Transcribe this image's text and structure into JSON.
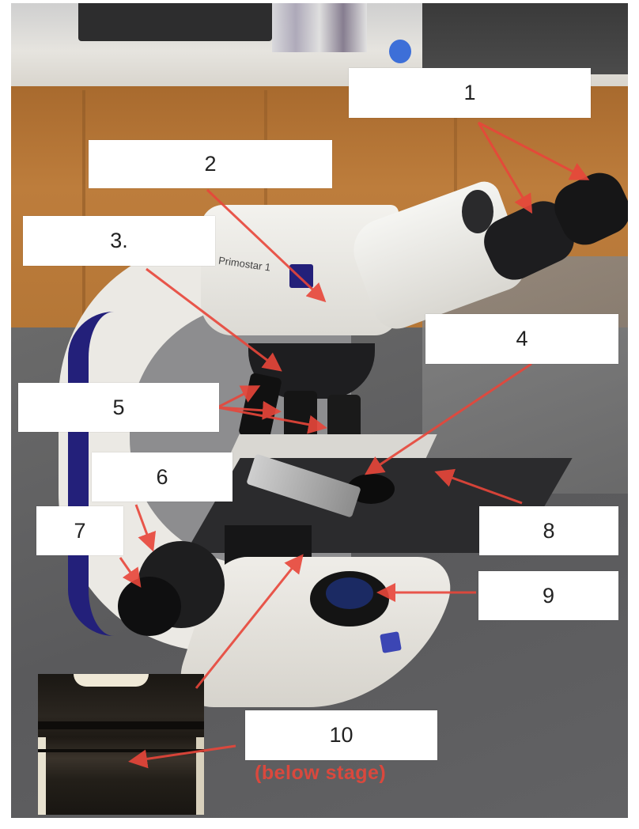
{
  "figure": {
    "type": "labeled-photo",
    "subject": "compound light microscope",
    "brand_text": "Primostar 1",
    "colors": {
      "label_bg": "#ffffff",
      "label_text": "#222222",
      "arrow": "#e8463a",
      "microscope_body": "#e9e7e2",
      "accent_blue": "#23207a",
      "bench_top": "#5c5c5e",
      "cabinet_wood": "#b97a3a"
    }
  },
  "labels": [
    {
      "id": "1",
      "text": "1",
      "target": "eyepieces"
    },
    {
      "id": "2",
      "text": "2",
      "target": "head logo"
    },
    {
      "id": "3",
      "text": "3.",
      "target": "nosepiece"
    },
    {
      "id": "4",
      "text": "4",
      "target": "stage aperture"
    },
    {
      "id": "5",
      "text": "5",
      "target": "objective lenses"
    },
    {
      "id": "6",
      "text": "6",
      "target": "stage clip"
    },
    {
      "id": "7",
      "text": "7",
      "target": "focus knobs"
    },
    {
      "id": "8",
      "text": "8",
      "target": "stage"
    },
    {
      "id": "9",
      "text": "9",
      "target": "light source"
    },
    {
      "id": "10",
      "text": "10",
      "target": "condenser diaphragm"
    }
  ],
  "notes": {
    "below_stage": "(below stage)"
  },
  "inset": {
    "description": "close-up of condenser beneath stage"
  }
}
